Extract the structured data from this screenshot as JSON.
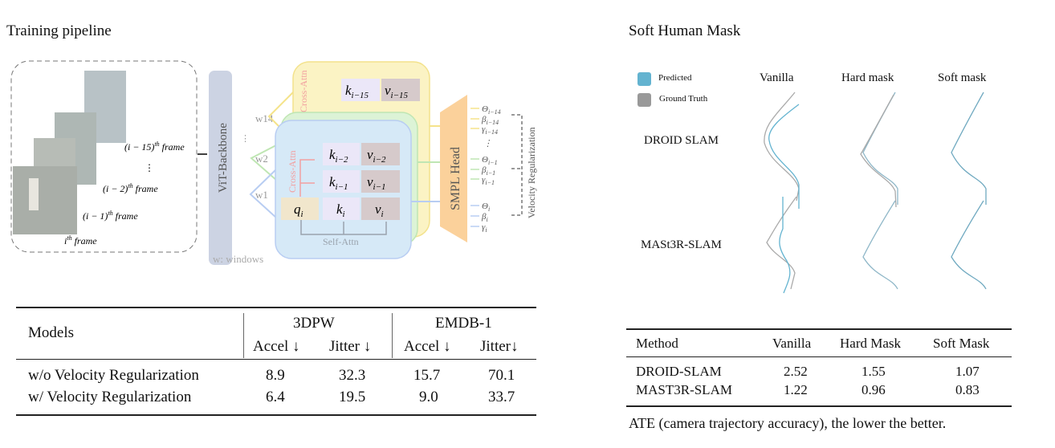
{
  "left": {
    "title": "Training pipeline",
    "frames": [
      {
        "base": "(i − 15)",
        "sup": "th",
        "rest": " frame"
      },
      {
        "base": "(i − 2)",
        "sup": "th",
        "rest": " frame"
      },
      {
        "base": "(i − 1)",
        "sup": "th",
        "rest": " frame"
      },
      {
        "base": "i",
        "sup": "th",
        "rest": "  frame"
      }
    ],
    "frames_ellipsis": "⋮",
    "backbone": "ViT-Backbone",
    "windows": [
      "w14",
      "w2",
      "w1"
    ],
    "windows_ellipsis": "⋮",
    "windows_note": "w: windows",
    "cross_attn": "Cross-Attn",
    "self_attn": "Self-Attn",
    "tokens": {
      "q": "q",
      "k": "k",
      "v": "v",
      "i": "i",
      "im1": "i−1",
      "im2": "i−2",
      "im15": "i−15"
    },
    "head": "SMPL Head",
    "outputs": {
      "theta": "Θ",
      "beta": "β",
      "gamma": "γ",
      "sub14": "i−14",
      "sub1": "i−1",
      "sub0": "i",
      "ellipsis": "⋮"
    },
    "velocity": "Velocity Regularization",
    "colors": {
      "yellow": "#fbf3c4",
      "green": "#dcf3d6",
      "blue": "#d6e9f7",
      "backbone": "#ccd3e3",
      "head": "#fbd19b",
      "q": "#f1e6cc",
      "k": "#ebe7f8",
      "v": "#d6cacb",
      "pink": "#f2a0a0"
    },
    "table": {
      "col_models": "Models",
      "group1": "3DPW",
      "group2": "EMDB-1",
      "sub": [
        "Accel ↓",
        "Jitter ↓",
        "Accel ↓",
        "Jitter↓"
      ],
      "rows": [
        {
          "model": "w/o Velocity Regularization",
          "vals": [
            "8.9",
            "32.3",
            "15.7",
            "70.1"
          ]
        },
        {
          "model": "w/ Velocity Regularization",
          "vals": [
            "6.4",
            "19.5",
            "9.0",
            "33.7"
          ]
        }
      ]
    }
  },
  "right": {
    "title": "Soft Human Mask",
    "legend": [
      {
        "label": "Predicted",
        "color": "#63b3d0"
      },
      {
        "label": "Ground Truth",
        "color": "#999999"
      }
    ],
    "columns": [
      "Vanilla",
      "Hard mask",
      "Soft mask"
    ],
    "rows": [
      "DROID SLAM",
      "MASt3R-SLAM"
    ],
    "table": {
      "headers": [
        "Method",
        "Vanilla",
        "Hard Mask",
        "Soft Mask"
      ],
      "rows": [
        {
          "method": "DROID-SLAM",
          "vals": [
            "2.52",
            "1.55",
            "1.07"
          ]
        },
        {
          "method": "MAST3R-SLAM",
          "vals": [
            "1.22",
            "0.96",
            "0.83"
          ]
        }
      ]
    },
    "caption": "ATE (camera trajectory accuracy), the lower the better."
  }
}
